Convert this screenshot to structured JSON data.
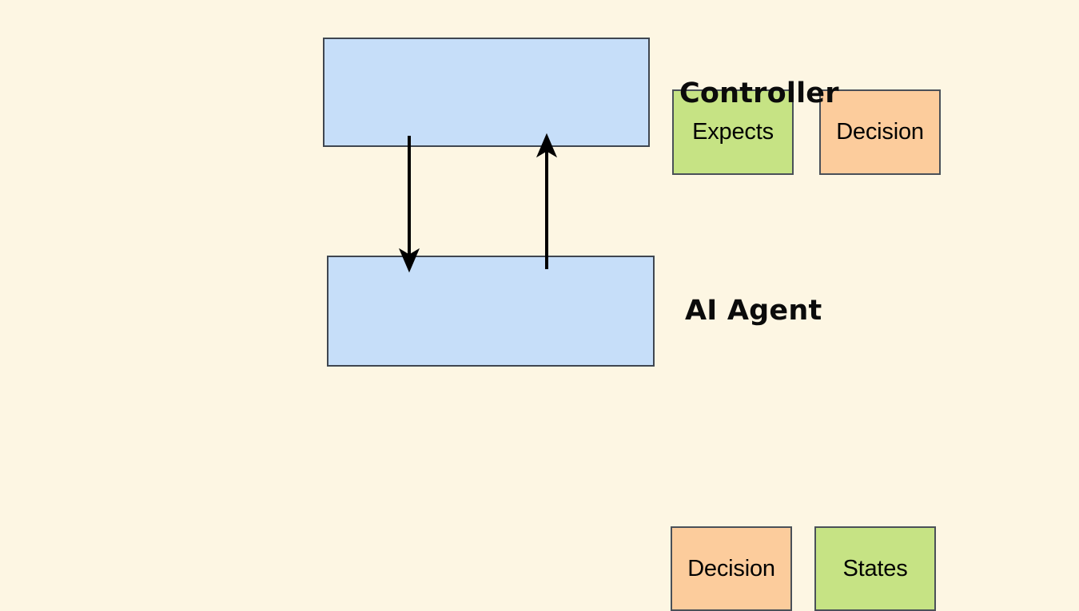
{
  "diagram": {
    "type": "block-diagram",
    "background_color": "#fdf6e3",
    "groups": [
      {
        "id": "controller",
        "role_label": "Controller",
        "fill": "#c6def9",
        "border": "#3f4650",
        "nodes": [
          {
            "id": "expects",
            "label": "Expects",
            "fill": "#c6e384"
          },
          {
            "id": "controller-decision",
            "label": "Decision",
            "fill": "#fccc9c"
          }
        ]
      },
      {
        "id": "ai-agent",
        "role_label": "AI Agent",
        "fill": "#c6def9",
        "border": "#3f4650",
        "nodes": [
          {
            "id": "agent-decision",
            "label": "Decision",
            "fill": "#fccc9c"
          },
          {
            "id": "states",
            "label": "States",
            "fill": "#c6e384"
          }
        ]
      }
    ],
    "edges": [
      {
        "id": "expects-to-agent-decision",
        "from": "expects",
        "to": "agent-decision",
        "direction": "down",
        "color": "#000000"
      },
      {
        "id": "states-to-controller-decision",
        "from": "states",
        "to": "controller-decision",
        "direction": "up",
        "color": "#000000"
      }
    ]
  }
}
